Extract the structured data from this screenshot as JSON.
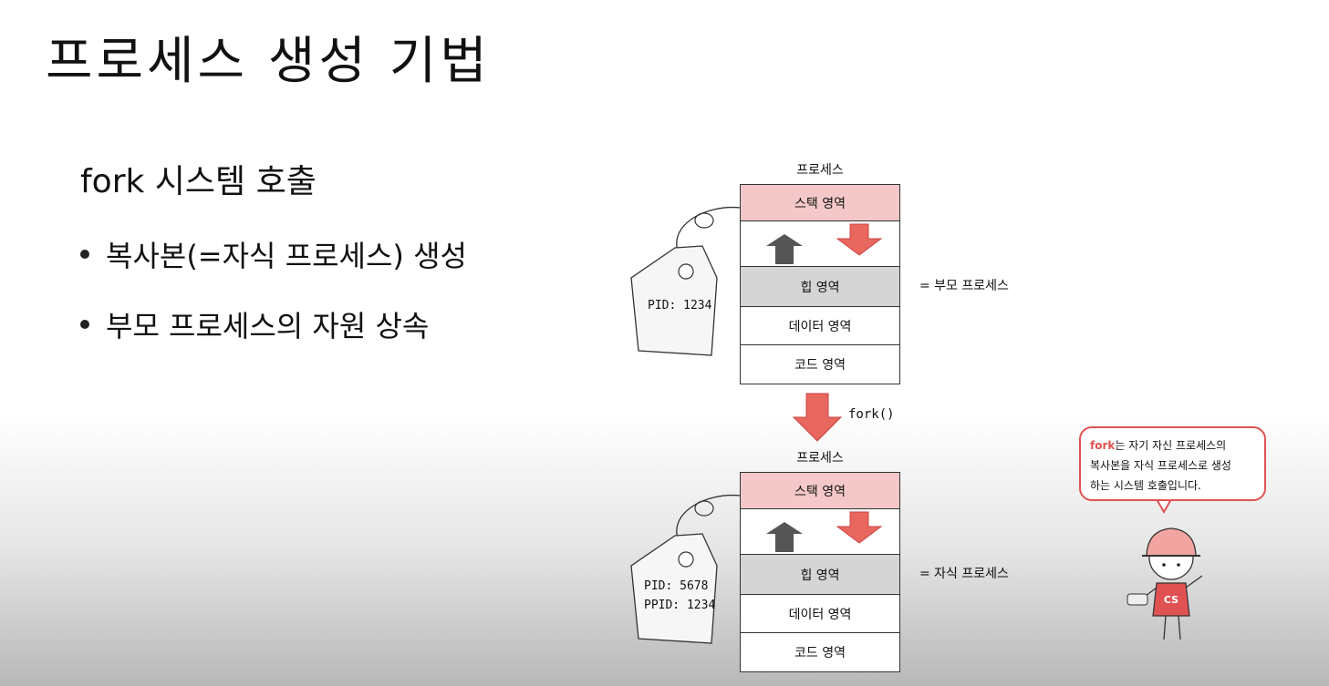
{
  "title": "프로세스 생성 기법",
  "subtitle": "fork 시스템 호출",
  "bullets": [
    "복사본(=자식 프로세스) 생성",
    "부모 프로세스의 자원 상속"
  ],
  "parent": {
    "label": "프로세스",
    "segments": [
      "스택 영역",
      "",
      "힙 영역",
      "데이터 영역",
      "코드 영역"
    ],
    "side_label": "= 부모 프로세스",
    "tag_lines": [
      "PID: 1234"
    ]
  },
  "fork_label": "fork()",
  "child": {
    "label": "프로세스",
    "segments": [
      "스택 영역",
      "",
      "힙 영역",
      "데이터 영역",
      "코드 영역"
    ],
    "side_label": "= 자식 프로세스",
    "tag_lines": [
      "PID: 5678",
      "PPID: 1234"
    ]
  },
  "bubble": {
    "highlight": "fork",
    "text1": "는 자기 자신 프로세스의",
    "text2": "복사본을 자식 프로세스로 생성",
    "text3": "하는 시스템 호출입니다."
  },
  "mascot_badge": "CS",
  "colors": {
    "stack": "#f4c8c8",
    "heap": "#d5d5d5",
    "arrow_red": "#e8675f",
    "arrow_dark": "#555555",
    "accent": "#e05252"
  }
}
